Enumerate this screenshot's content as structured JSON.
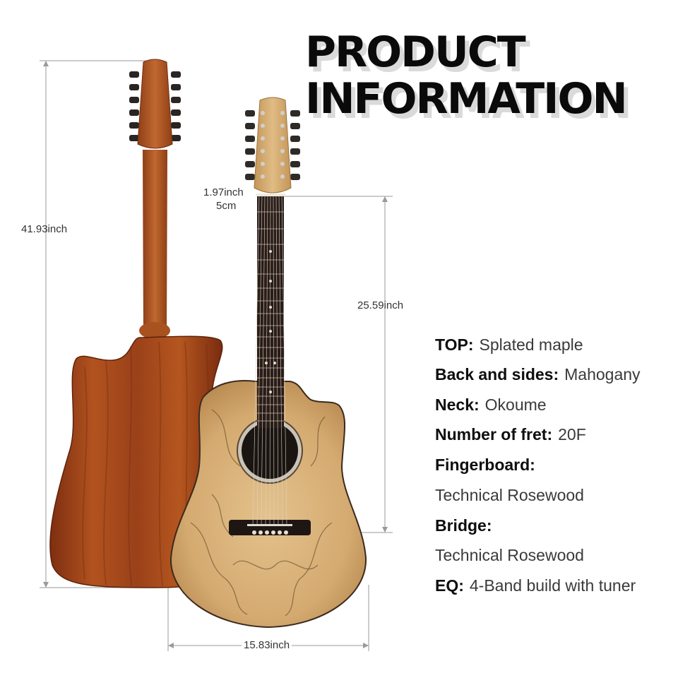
{
  "title": {
    "line1": "PRODUCT",
    "line2": "INFORMATION"
  },
  "dimensions": {
    "total_length": "41.93inch",
    "nut_width_in": "1.97inch",
    "nut_width_cm": "5cm",
    "scale_length": "25.59inch",
    "body_width": "15.83inch"
  },
  "specs": [
    {
      "label": "TOP:",
      "value": "Splated maple"
    },
    {
      "label": "Back and sides:",
      "value": "Mahogany"
    },
    {
      "label": "Neck:",
      "value": "Okoume"
    },
    {
      "label": "Number of fret:",
      "value": "20F"
    },
    {
      "label": "Fingerboard:",
      "value": ""
    },
    {
      "label": "",
      "value": "Technical Rosewood"
    },
    {
      "label": "Bridge:",
      "value": ""
    },
    {
      "label": "",
      "value": "Technical Rosewood"
    },
    {
      "label": "EQ:",
      "value": "4-Band build with tuner"
    }
  ],
  "colors": {
    "mahogany": "#a2461c",
    "spalted_maple": "#d9b27a",
    "fretboard": "#2a1d18",
    "dimension_line": "#999999"
  }
}
